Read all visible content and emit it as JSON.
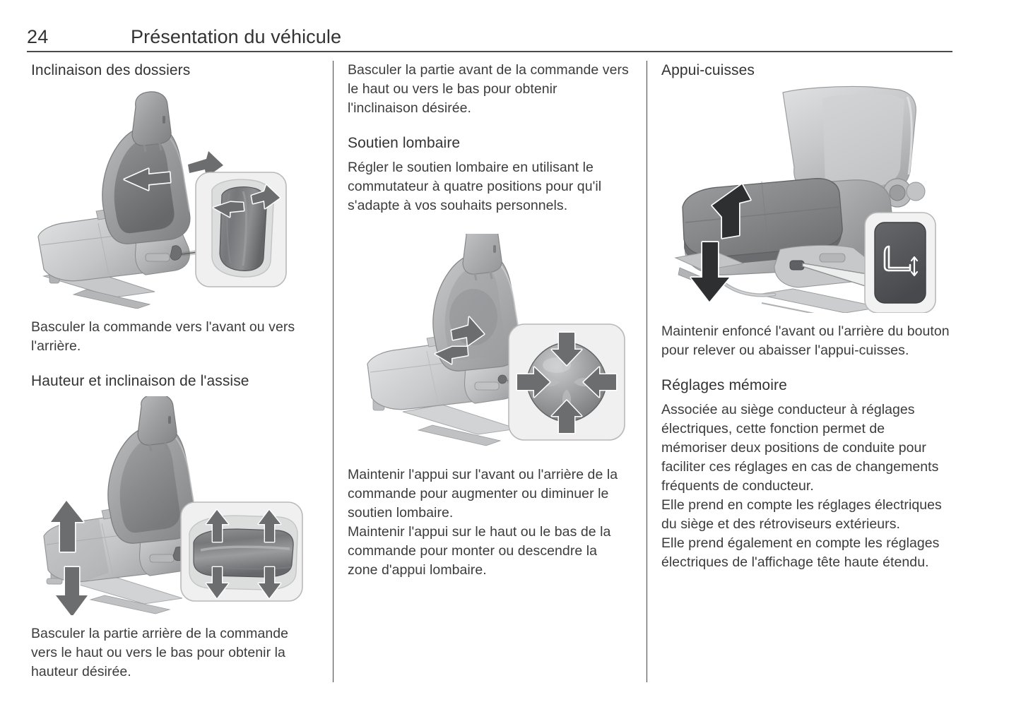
{
  "header": {
    "page_number": "24",
    "title": "Présentation du véhicule"
  },
  "columns": {
    "col1": {
      "heading_1": "Inclinaison des dossiers",
      "figure_1_name": "seat-backrest-recline-illustration",
      "figure_1_caption_alt": "Siège avec flèches d'inclinaison du dossier et détail de la commande basculante",
      "paragraph_1": "Basculer la commande vers l'avant ou vers l'arrière.",
      "heading_2": "Hauteur et inclinaison de l'assise",
      "figure_2_name": "seat-height-tilt-illustration",
      "figure_2_caption_alt": "Siège avec flèches haut/bas et détail de la commande d'assise",
      "paragraph_2": "Basculer la partie arrière de la commande vers le haut ou vers le bas pour obtenir la hauteur désirée."
    },
    "col2": {
      "paragraph_1": "Basculer la partie avant de la commande vers le haut ou vers le bas pour obtenir l'inclinaison désirée.",
      "heading_1": "Soutien lombaire",
      "paragraph_2": "Régler le soutien lombaire en utilisant le commutateur à quatre positions pour qu'il s'adapte à vos souhaits personnels.",
      "figure_1_name": "lumbar-support-illustration",
      "figure_1_caption_alt": "Siège avec flèches de soutien lombaire et détail du commutateur à quatre positions",
      "paragraph_3": "Maintenir l'appui sur l'avant ou l'arrière de la commande pour augmenter ou diminuer le soutien lombaire.",
      "paragraph_4": "Maintenir l'appui sur le haut ou le bas de la commande pour monter ou descendre la zone d'appui lombaire."
    },
    "col3": {
      "heading_1": "Appui-cuisses",
      "figure_1_name": "thigh-support-illustration",
      "figure_1_caption_alt": "Assise de siège avec flèches haut/bas et détail du bouton d'appui-cuisses",
      "paragraph_1": "Maintenir enfoncé l'avant ou l'arrière du bouton pour relever ou abaisser l'appui-cuisses.",
      "heading_2": "Réglages mémoire",
      "paragraph_2": "Associée au siège conducteur à réglages électriques, cette fonction permet de mémoriser deux positions de conduite pour faciliter ces réglages en cas de changements fréquents de conducteur.",
      "paragraph_3": "Elle prend en compte les réglages électriques du siège et des rétroviseurs extérieurs.",
      "paragraph_4": "Elle prend également en compte les réglages électriques de l'affichage tête haute étendu."
    }
  },
  "colors": {
    "text": "#3c3c3c",
    "heading": "#333333",
    "rule": "#4a4a4a",
    "divider": "#444444",
    "seat_light": "#c9cacb",
    "seat_mid": "#9c9e9f",
    "seat_dark": "#6f7173",
    "callout_bg": "#f0f0f0",
    "callout_border": "#b9b9b9",
    "button_dark": "#5a5c5e"
  }
}
